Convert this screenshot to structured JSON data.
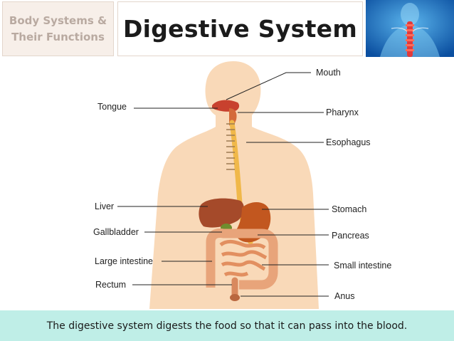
{
  "header": {
    "section_line1": "Body Systems &",
    "section_line2": "Their Functions",
    "title": "Digestive System"
  },
  "diagram": {
    "labels": {
      "mouth": "Mouth",
      "tongue": "Tongue",
      "pharynx": "Pharynx",
      "esophagus": "Esophagus",
      "liver": "Liver",
      "stomach": "Stomach",
      "gallbladder": "Gallbladder",
      "pancreas": "Pancreas",
      "large_intestine": "Large intestine",
      "small_intestine": "Small intestine",
      "rectum": "Rectum",
      "anus": "Anus"
    }
  },
  "caption": "The digestive system digests the food so that it can pass into the blood.",
  "colors": {
    "caption_band": "#bfeee7",
    "skin": "#f9d9b8",
    "esophagus": "#f0b84a",
    "liver": "#a54a2a",
    "stomach": "#c2571f",
    "intestine": "#e8a47a"
  }
}
